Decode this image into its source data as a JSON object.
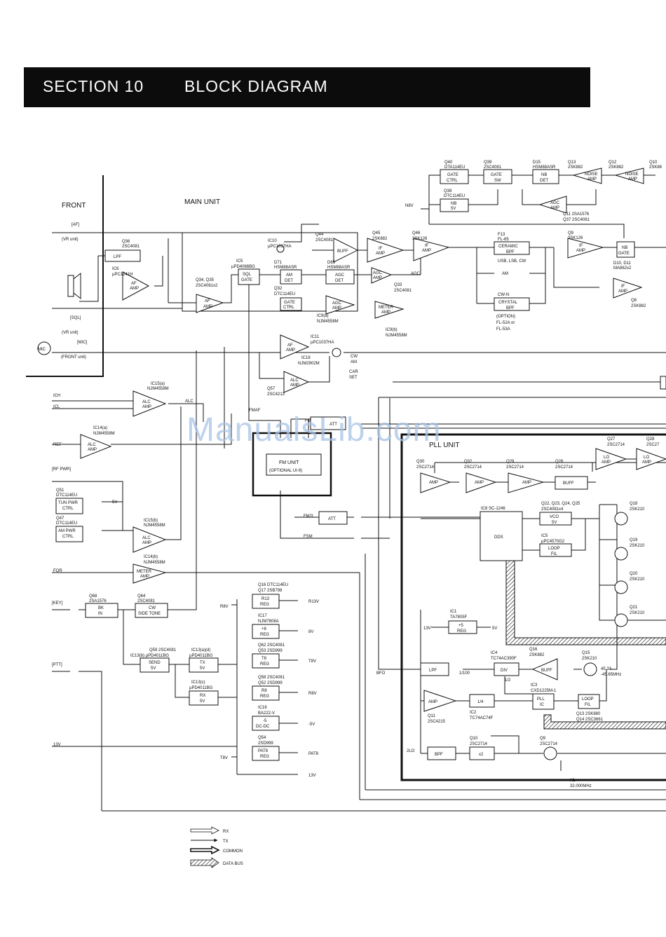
{
  "header": {
    "section": "SECTION 10",
    "title": "BLOCK DIAGRAM"
  },
  "watermark": "ManualsLib.com",
  "units": {
    "front": "FRONT",
    "main": "MAIN UNIT",
    "pll": "PLL UNIT"
  },
  "signals": {
    "n8v": "N8V",
    "agc": "AGC",
    "alc": "ALC",
    "fmaf": "FMAF",
    "fm": "FM",
    "fm2l": "FM2L",
    "fsm": "FSM",
    "ich": "ICH",
    "icl": "ICL",
    "ref": "REF",
    "for": "FOR",
    "r8v": "R8V",
    "r13v": "R13V",
    "v8": "8V",
    "t8v": "T8V",
    "r8v2": "R8V",
    "m5v": "-5V",
    "pat8": "PAT8",
    "v13": "13V",
    "v13b": "13V",
    "t8v2": "T8V",
    "v13in": "13V",
    "v13c": "13V",
    "bfo": "BFO",
    "lo2": "2LO",
    "v5": "5V",
    "v5b": "5V",
    "div100": "1/100",
    "div2": "1/2",
    "usb": "USB, LSB, CW",
    "am": "AM",
    "cwn": "CW-N",
    "option1": "(OPTION)",
    "option2": "FL-52A or",
    "option3": "FL-53A",
    "cwam1": "CW",
    "cwam2": "AM",
    "carset1": "CAR",
    "carset2": "SET",
    "xfreq": "45.33",
    "xfreq2": "-45.65MHz",
    "x1": "X1",
    "x1f": "32.000MHz"
  },
  "front": {
    "af": "[AF]",
    "af_vr": "(VR unit)",
    "sql": "[SQL]",
    "sql_vr": "(VR unit)",
    "mic": "[MIC]",
    "mic_front": "(FRONT unit)",
    "mic_jack": "MIC",
    "rfpwr": "[RF PWR]",
    "key": "[KEY]",
    "ptt": "[PTT]"
  },
  "blocks": {
    "lpf_af": "LPF",
    "af_amp1": [
      "AF",
      "AMP"
    ],
    "af_amp2": [
      "AF",
      "AMP"
    ],
    "sql_gate": [
      "SQL",
      "GATE"
    ],
    "am_det": [
      "AM",
      "DET"
    ],
    "agc_det": [
      "AGC",
      "DET"
    ],
    "agc_amp": [
      "AGC",
      "AMP"
    ],
    "buff": "BUFF",
    "if_amp1": [
      "IF",
      "AMP"
    ],
    "if_amp2": [
      "IF",
      "AMP"
    ],
    "gate_ctrl": [
      "GATE",
      "CTRL"
    ],
    "agc_amp2": [
      "AGC",
      "AMP"
    ],
    "meter_amp": [
      "METER",
      "AMP"
    ],
    "gate_ctrl2": [
      "GATE",
      "CTRL"
    ],
    "gate_sw": [
      "GATE",
      "SW"
    ],
    "nb_det": [
      "NB",
      "DET"
    ],
    "noise_amp1": [
      "NOISE",
      "AMP"
    ],
    "noise_amp2": [
      "NOISE",
      "AMP"
    ],
    "nb_5v": [
      "NB",
      "5V"
    ],
    "agc_amp3": [
      "AGC",
      "AMP"
    ],
    "ceramic_bpf": [
      "CERAMIC",
      "BPF"
    ],
    "crystal_bpf": [
      "CRYSTAL",
      "BPF"
    ],
    "if_amp3": [
      "IF",
      "AMP"
    ],
    "nb_gate": [
      "NB",
      "GATE"
    ],
    "if_amp4": [
      "IF",
      "AMP"
    ],
    "af_amp3": [
      "AF",
      "AMP"
    ],
    "alc_amp1": [
      "ALC",
      "AMP"
    ],
    "alc_amp2": [
      "ALC",
      "AMP"
    ],
    "alc_amp3": [
      "ALC",
      "AMP"
    ],
    "alc_amp4": [
      "ALC",
      "AMP"
    ],
    "meter_amp2": [
      "METER",
      "AMP"
    ],
    "fm_unit": [
      "FM UNIT",
      "(OPTIONAL UI-9)"
    ],
    "att": "ATT",
    "att2": "ATT",
    "tun_pwr": [
      "TUN PWR",
      "CTRL"
    ],
    "am_pwr": [
      "AM PWR",
      "CTRL"
    ],
    "bk_in": [
      "BK",
      "IN"
    ],
    "cw_side": [
      "CW",
      "SIDE TONE"
    ],
    "send": [
      "SEND",
      "5V"
    ],
    "tx5v": [
      "TX",
      "5V"
    ],
    "rx5v": [
      "RX",
      "5V"
    ],
    "r13_reg": [
      "R13",
      "REG"
    ],
    "p8_reg": [
      "+8",
      "REG"
    ],
    "t8_reg": [
      "T8",
      "REG"
    ],
    "r8_reg": [
      "R8",
      "REG"
    ],
    "m5_dc": [
      "-5",
      "DC-DC"
    ],
    "pat8_reg": [
      "PAT8",
      "REG"
    ],
    "pll_amp1": "AMP",
    "pll_amp2": "AMP",
    "pll_amp3": "AMP",
    "pll_buff": "BUFF",
    "lo_amp": [
      "LO",
      "AMP"
    ],
    "lo_amp2": [
      "LO",
      "AMP"
    ],
    "dds": "DDS",
    "vco5v": [
      "VCO",
      "5V"
    ],
    "loop_fil": [
      "LOOP",
      "FIL"
    ],
    "p5_reg": [
      "+5",
      "REG"
    ],
    "lpf_pll": "LPF",
    "div": "DIV",
    "buff2": "BUFF",
    "amp_pll": "AMP",
    "quarter": "1/4",
    "pll_ic": [
      "PLL",
      "IC"
    ],
    "loop_fil2": [
      "LOOP",
      "FIL"
    ],
    "bpf": "BPF",
    "x2": "x2"
  },
  "parts": {
    "q40": [
      "Q40",
      "DTA114EU"
    ],
    "q39": [
      "Q39",
      "2SC4081"
    ],
    "d15": [
      "D15",
      "HSM88ASR"
    ],
    "q13": [
      "Q13",
      "2SK882"
    ],
    "q12": [
      "Q12",
      "2SK882"
    ],
    "q10": [
      "Q10",
      "2SK88"
    ],
    "q38": [
      "Q38",
      "DTC114EU"
    ],
    "q11q37": [
      "Q11  2SA1576",
      "Q37  2SC4081"
    ],
    "q36": [
      "Q36",
      "2SC4081"
    ],
    "ic6": [
      "IC6",
      "µPC1241H"
    ],
    "ic10": [
      "IC10",
      "µPC1037HA"
    ],
    "ic5": [
      "IC5",
      "µPD4066BG"
    ],
    "q34q35": [
      "Q34, Q35",
      "2SC4081x2"
    ],
    "d71": [
      "D71",
      "HSM88ASR"
    ],
    "d65": [
      "D65",
      "HSM88ASR"
    ],
    "q44": [
      "Q44",
      "2SC4081"
    ],
    "q45": [
      "Q45",
      "2SK882"
    ],
    "q46": [
      "Q46",
      "3SK126"
    ],
    "q33": [
      "Q33",
      "2SC4081"
    ],
    "q32": [
      "Q32",
      "DTC114EU"
    ],
    "ic9a": [
      "IC9(a)",
      "NJM4558M"
    ],
    "ic9b": [
      "IC9(b)",
      "NJM4558M"
    ],
    "f13": [
      "F13",
      "FL-65"
    ],
    "q9": [
      "Q9",
      "3SK126"
    ],
    "d10": [
      "D10, D11",
      "MA862x2"
    ],
    "q8": [
      "Q8",
      "2SK882"
    ],
    "ic11": [
      "IC11",
      "µPC1037HA"
    ],
    "ic18": [
      "IC18",
      "NJM2902M"
    ],
    "q57": [
      "Q57",
      "2SC4213"
    ],
    "ic15a": [
      "IC15(a)",
      "NJM4558M"
    ],
    "ic14a": [
      "IC14(a)",
      "NJM4558M"
    ],
    "q51": [
      "Q51",
      "DTC114EU"
    ],
    "q47": [
      "Q47",
      "DTC114EU"
    ],
    "ic15b": [
      "IC15(b)",
      "NJM4558M"
    ],
    "ic14b": [
      "IC14(b)",
      "NJM4558M"
    ],
    "q68": [
      "Q68",
      "2SA1576"
    ],
    "q64": [
      "Q64",
      "2SC4081"
    ],
    "q59": [
      "Q59  2SC4081",
      "IC13(b)  µPD4011BG"
    ],
    "ic13ad": [
      "IC13(a)(d)",
      "µPD4011BG"
    ],
    "ic13c": [
      "IC13(c)",
      "µPD4011BG"
    ],
    "q16": [
      "Q16  DTC114EU",
      "Q17  2SB798"
    ],
    "ic17": [
      "IC17",
      "NJM7808A"
    ],
    "q62": [
      "Q62  2SC4081",
      "Q53  2SD999"
    ],
    "q58": [
      "Q58  2SC4081",
      "Q52  2SD999"
    ],
    "ic16": [
      "IC16",
      "BA222-V"
    ],
    "q54": [
      "Q54",
      "2SD999"
    ],
    "q30": [
      "Q30",
      "2SC2714"
    ],
    "q32p": [
      "Q32",
      "2SC2714"
    ],
    "q29": [
      "Q29",
      "2SC2714"
    ],
    "q26": [
      "Q26",
      "2SC2714"
    ],
    "q27": [
      "Q27",
      "2SC2714"
    ],
    "q28": [
      "Q28",
      "2SC27"
    ],
    "ic8": "IC8  SC-1246",
    "q22": [
      "Q22, Q23, Q24, Q25",
      "2SC4081x4"
    ],
    "ic5p": [
      "IC5",
      "µPC4570G2"
    ],
    "q18": [
      "Q18",
      "2SK210"
    ],
    "q19": [
      "Q19",
      "2SK210"
    ],
    "q20": [
      "Q20",
      "2SK210"
    ],
    "q21": [
      "Q21",
      "2SK210"
    ],
    "ic1": [
      "IC1",
      "TA7805F"
    ],
    "ic4": [
      "IC4",
      "TC74AC390F"
    ],
    "q16p": [
      "Q16",
      "2SK882"
    ],
    "q15": [
      "Q15",
      "2SK210"
    ],
    "ic3": [
      "IC3",
      "CXD1225M-1"
    ],
    "q13p": [
      "Q13  2SK880",
      "Q14  2SC3661"
    ],
    "q11p": [
      "Q11",
      "2SC4215"
    ],
    "ic2": [
      "IC2",
      "TC74AC74F"
    ],
    "q10p": [
      "Q10",
      "2SC2714"
    ],
    "q9p": [
      "Q9",
      "2SC2714"
    ]
  },
  "legend": [
    {
      "label": "RX"
    },
    {
      "label": "TX"
    },
    {
      "label": "COMMON"
    },
    {
      "label": "DATA BUS"
    }
  ]
}
